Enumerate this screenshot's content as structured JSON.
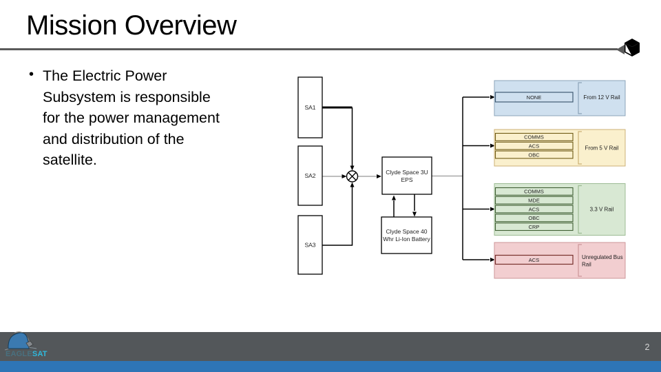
{
  "slide": {
    "title": "Mission Overview",
    "page_number": "2",
    "bullet_glyph": "•",
    "bullet_lines": [
      "The Electric Power",
      "Subsystem is responsible",
      "for the power management",
      "and distribution of the",
      "satellite."
    ]
  },
  "footer": {
    "logo_text_primary": "EAGLE",
    "logo_text_secondary": "SAT",
    "bar_color": "#53575a",
    "strip_color": "#2e75b6"
  },
  "diagram": {
    "solar_arrays": [
      {
        "label": "SA1"
      },
      {
        "label": "SA2"
      },
      {
        "label": "SA3"
      }
    ],
    "eps_unit": {
      "line1": "Clyde Space 3U",
      "line2": "EPS"
    },
    "battery_unit": {
      "line1": "Clyde Space 40",
      "line2": "Whr Li-Ion Battery"
    },
    "rails": [
      {
        "name": "12v-rail",
        "label_lines": [
          "From 12 V Rail"
        ],
        "items": [
          "NONE"
        ],
        "fill": "#cfe0ef",
        "outer_stroke": "#8ba3b8",
        "inner_stroke": "#405a73"
      },
      {
        "name": "5v-rail",
        "label_lines": [
          "From 5 V Rail"
        ],
        "items": [
          "COMMS",
          "ACS",
          "OBC"
        ],
        "fill": "#faf0cd",
        "outer_stroke": "#ccb176",
        "inner_stroke": "#6e5a14"
      },
      {
        "name": "3.3v-rail",
        "label_lines": [
          "3.3 V Rail"
        ],
        "items": [
          "COMMS",
          "MDE",
          "ACS",
          "OBC",
          "CRP"
        ],
        "fill": "#d8e8d3",
        "outer_stroke": "#9cbb93",
        "inner_stroke": "#3f5e33"
      },
      {
        "name": "unregulated-bus-rail",
        "label_lines": [
          "Unregulated Bus",
          "Rail"
        ],
        "items": [
          "ACS"
        ],
        "fill": "#f2ced0",
        "outer_stroke": "#cc9599",
        "inner_stroke": "#77302c"
      }
    ]
  }
}
